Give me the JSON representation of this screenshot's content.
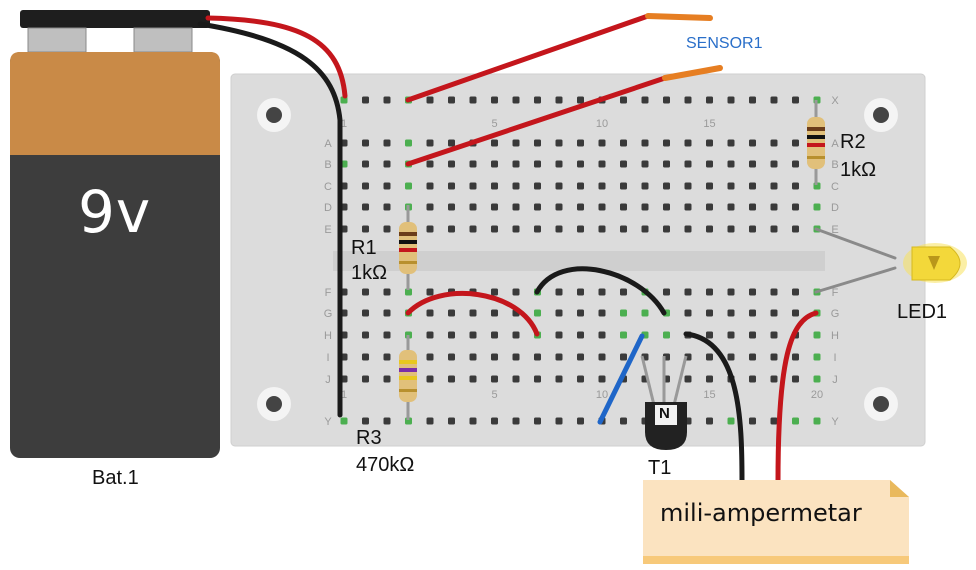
{
  "battery": {
    "voltage_label": "9v",
    "name": "Bat.1"
  },
  "sensor": {
    "label": "SENSOR1"
  },
  "components": {
    "r1": {
      "name": "R1",
      "value": "1kΩ"
    },
    "r2": {
      "name": "R2",
      "value": "1kΩ"
    },
    "r3": {
      "name": "R3",
      "value": "470kΩ"
    },
    "led": {
      "name": "LED1"
    },
    "transistor": {
      "name": "T1",
      "logo": "N"
    }
  },
  "meter": {
    "label": "mili-ampermetar"
  },
  "breadboard": {
    "top_rows": [
      "A",
      "B",
      "C",
      "D",
      "E"
    ],
    "bottom_rows": [
      "F",
      "G",
      "H",
      "I",
      "J"
    ],
    "rail_top": "X",
    "rail_bottom": "Y",
    "column_numbers": [
      "1",
      "5",
      "10",
      "15",
      "20"
    ]
  },
  "colors": {
    "breadboard": "#dcdcdc",
    "hole": "#3a3a3a",
    "connected_hole": "#4caf50",
    "wire_red": "#c4161c",
    "wire_black": "#1a1a1a",
    "wire_blue": "#1f66c8",
    "wire_orange": "#e67e22",
    "battery_top": "#c98a47",
    "battery_body": "#3d3d3d",
    "note": "#fbe3c0"
  }
}
